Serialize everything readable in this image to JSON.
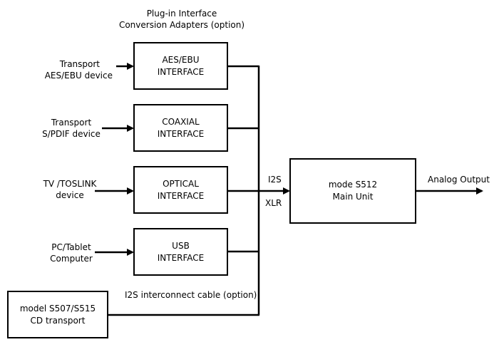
{
  "header": {
    "line1": "Plug-in Interface",
    "line2": "Conversion Adapters (option)"
  },
  "sources": [
    {
      "line1": "Transport",
      "line2": "AES/EBU device"
    },
    {
      "line1": "Transport",
      "line2": "S/PDIF device"
    },
    {
      "line1": "TV /TOSLINK",
      "line2": "device"
    },
    {
      "line1": "PC/Tablet",
      "line2": "Computer"
    }
  ],
  "interfaces": [
    {
      "line1": "AES/EBU",
      "line2": "INTERFACE"
    },
    {
      "line1": "COAXIAL",
      "line2": "INTERFACE"
    },
    {
      "line1": "OPTICAL",
      "line2": "INTERFACE"
    },
    {
      "line1": "USB",
      "line2": "INTERFACE"
    }
  ],
  "cd_transport": {
    "line1": "model S507/S515",
    "line2": "CD transport"
  },
  "main_unit": {
    "line1": "mode S512",
    "line2": "Main Unit"
  },
  "labels": {
    "i2s": "I2S",
    "xlr": "XLR",
    "cable": "I2S interconnect cable (option)",
    "output": "Analog Output"
  }
}
